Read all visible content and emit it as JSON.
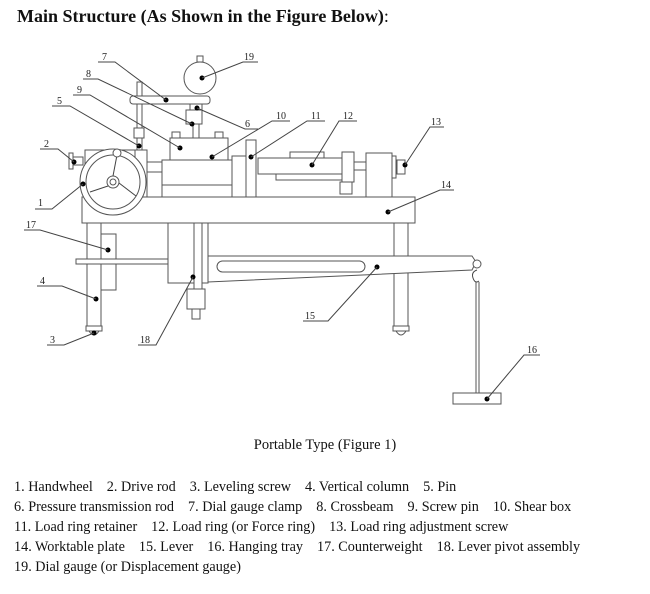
{
  "header": {
    "title": "Main Structure (As Shown in the Figure Below)",
    "title_suffix": ":"
  },
  "figure": {
    "caption": "Portable Type (Figure 1)",
    "callout_numbers": [
      "1",
      "2",
      "3",
      "4",
      "5",
      "6",
      "7",
      "8",
      "9",
      "10",
      "11",
      "12",
      "13",
      "14",
      "15",
      "16",
      "17",
      "18",
      "19"
    ]
  },
  "legend": {
    "rows": [
      [
        "1.  Handwheel",
        "2. Drive rod",
        "3. Leveling screw",
        "4. Vertical column",
        "5. Pin"
      ],
      [
        "6. Pressure transmission rod",
        "7. Dial gauge clamp",
        "8. Crossbeam",
        "9. Screw pin",
        "10. Shear box"
      ],
      [
        "11. Load ring retainer",
        "12. Load ring (or Force ring)",
        "13. Load ring adjustment screw"
      ],
      [
        "14. Worktable plate",
        "15. Lever",
        "16. Hanging tray",
        "17. Counterweight",
        "18. Lever pivot assembly"
      ],
      [
        "19. Dial gauge (or Displacement gauge)"
      ]
    ]
  }
}
